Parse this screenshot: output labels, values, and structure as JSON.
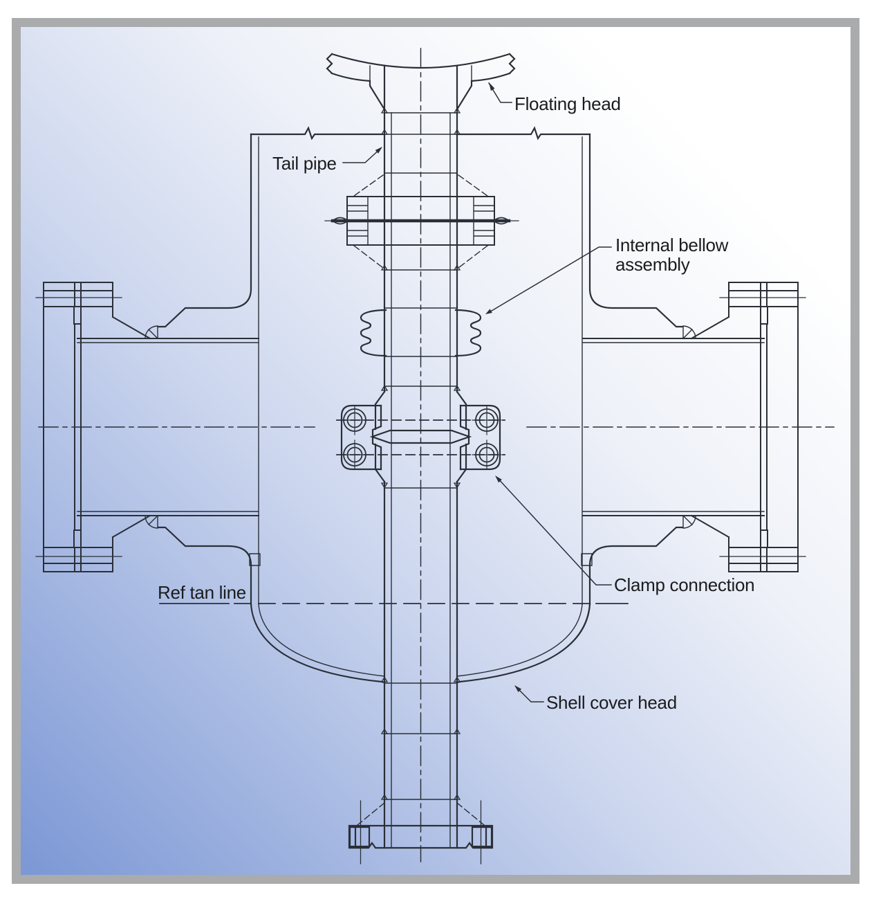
{
  "figure": {
    "description": "Engineering cross-section drawing of a vertical vessel / heat exchanger with floating head, tail pipe, internal bellow assembly, clamp connection and shell cover head",
    "callouts": {
      "floating_head": "Floating head",
      "tail_pipe": "Tail pipe",
      "internal_bellow_assembly": "Internal bellow assembly",
      "clamp_connection": "Clamp connection",
      "ref_tan_line": "Ref tan line",
      "shell_cover_head": "Shell cover head"
    }
  },
  "colors": {
    "drawing_line": "#2a2f37",
    "label_text": "#1b1c1e",
    "frame_border": "#a9abac",
    "background_gradient_bottom_left": "#7b97d5",
    "background_gradient_top_right": "#ffffff"
  }
}
